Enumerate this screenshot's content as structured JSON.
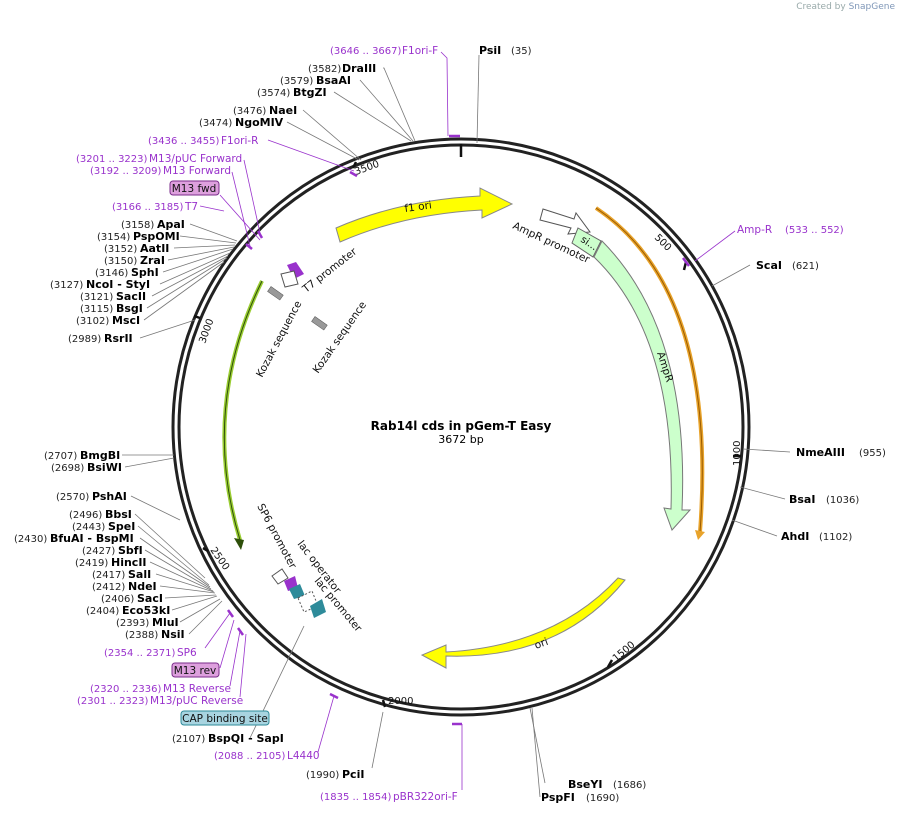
{
  "credit": {
    "prefix": "Created by",
    "brand": "SnapGene"
  },
  "map": {
    "name": "Rab14l cds in pGem-T Easy",
    "size_label": "3672 bp",
    "length": 3672
  },
  "ticks": [
    "500",
    "1000",
    "1500",
    "2000",
    "2500",
    "3000",
    "3500"
  ],
  "colors": {
    "primer": "#9932CC",
    "f1ori": "#FFFF00",
    "ampr": "#CCFFCC",
    "amp_primer": "#E8A32B",
    "promoter_purple": "#9932CC",
    "operator_teal": "#2E8B9A"
  },
  "sites_right": [
    {
      "name": "PsiI",
      "pos": "(35)"
    },
    {
      "name": "ScaI",
      "pos": "(621)"
    },
    {
      "name": "NmeAIII",
      "pos": "(955)"
    },
    {
      "name": "BsaI",
      "pos": "(1036)"
    },
    {
      "name": "AhdI",
      "pos": "(1102)"
    },
    {
      "name": "BseYI",
      "pos": "(1686)"
    },
    {
      "name": "PspFI",
      "pos": "(1690)"
    }
  ],
  "sites_left": [
    {
      "name": "DraIII",
      "pos": "(3582)"
    },
    {
      "name": "BsaAI",
      "pos": "(3579)"
    },
    {
      "name": "BtgZI",
      "pos": "(3574)"
    },
    {
      "name": "NaeI",
      "pos": "(3476)"
    },
    {
      "name": "NgoMIV",
      "pos": "(3474)"
    },
    {
      "name": "ApaI",
      "pos": "(3158)"
    },
    {
      "name": "PspOMI",
      "pos": "(3154)"
    },
    {
      "name": "AatII",
      "pos": "(3152)"
    },
    {
      "name": "ZraI",
      "pos": "(3150)"
    },
    {
      "name": "SphI",
      "pos": "(3146)"
    },
    {
      "name": "NcoI - StyI",
      "pos": "(3127)"
    },
    {
      "name": "SacII",
      "pos": "(3121)"
    },
    {
      "name": "BsgI",
      "pos": "(3115)"
    },
    {
      "name": "MscI",
      "pos": "(3102)"
    },
    {
      "name": "RsrII",
      "pos": "(2989)"
    },
    {
      "name": "BmgBI",
      "pos": "(2707)"
    },
    {
      "name": "BsiWI",
      "pos": "(2698)"
    },
    {
      "name": "PshAI",
      "pos": "(2570)"
    },
    {
      "name": "BbsI",
      "pos": "(2496)"
    },
    {
      "name": "SpeI",
      "pos": "(2443)"
    },
    {
      "name": "BfuAI - BspMI",
      "pos": "(2430)"
    },
    {
      "name": "SbfI",
      "pos": "(2427)"
    },
    {
      "name": "HincII",
      "pos": "(2419)"
    },
    {
      "name": "SalI",
      "pos": "(2417)"
    },
    {
      "name": "NdeI",
      "pos": "(2412)"
    },
    {
      "name": "SacI",
      "pos": "(2406)"
    },
    {
      "name": "Eco53kI",
      "pos": "(2404)"
    },
    {
      "name": "MluI",
      "pos": "(2393)"
    },
    {
      "name": "NsiI",
      "pos": "(2388)"
    },
    {
      "name": "BspQI - SapI",
      "pos": "(2107)"
    },
    {
      "name": "PciI",
      "pos": "(1990)"
    }
  ],
  "primers": [
    {
      "name": "F1ori-F",
      "range": "(3646 .. 3667)"
    },
    {
      "name": "Amp-R",
      "range": "(533 .. 552)"
    },
    {
      "name": "F1ori-R",
      "range": "(3436 .. 3455)"
    },
    {
      "name": "M13/pUC Forward",
      "range": "(3201 .. 3223)"
    },
    {
      "name": "M13 Forward",
      "range": "(3192 .. 3209)"
    },
    {
      "name": "T7",
      "range": "(3166 .. 3185)"
    },
    {
      "name": "SP6",
      "range": "(2354 .. 2371)"
    },
    {
      "name": "M13 Reverse",
      "range": "(2320 .. 2336)"
    },
    {
      "name": "M13/pUC Reverse",
      "range": "(2301 .. 2323)"
    },
    {
      "name": "L4440",
      "range": "(2088 .. 2105)"
    },
    {
      "name": "pBR322ori-F",
      "range": "(1835 .. 1854)"
    }
  ],
  "boxed": {
    "m13fwd": "M13 fwd",
    "m13rev": "M13 rev",
    "cap": "CAP binding site"
  },
  "features": {
    "f1ori": "f1 ori",
    "ampr_promoter": "AmpR promoter",
    "signal": "si...",
    "ampr": "AmpR",
    "ori": "ori",
    "t7_promoter": "T7 promoter",
    "kozak1": "Kozak sequence",
    "kozak2": "Kozak sequence",
    "sp6_promoter": "SP6 promoter",
    "lac_operator": "lac operator",
    "lac_promoter": "lac promoter"
  }
}
